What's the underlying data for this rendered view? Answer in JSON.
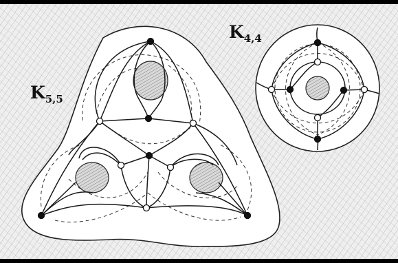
{
  "figure": {
    "left_label": {
      "main": "K",
      "sub": "5,5"
    },
    "right_label": {
      "main": "K",
      "sub": "4,4"
    }
  },
  "colors": {
    "background_frame": "#000000",
    "hatch_paper": "#efefef",
    "surface_fill": "#ffffff",
    "ink": "#1a1a1a"
  }
}
